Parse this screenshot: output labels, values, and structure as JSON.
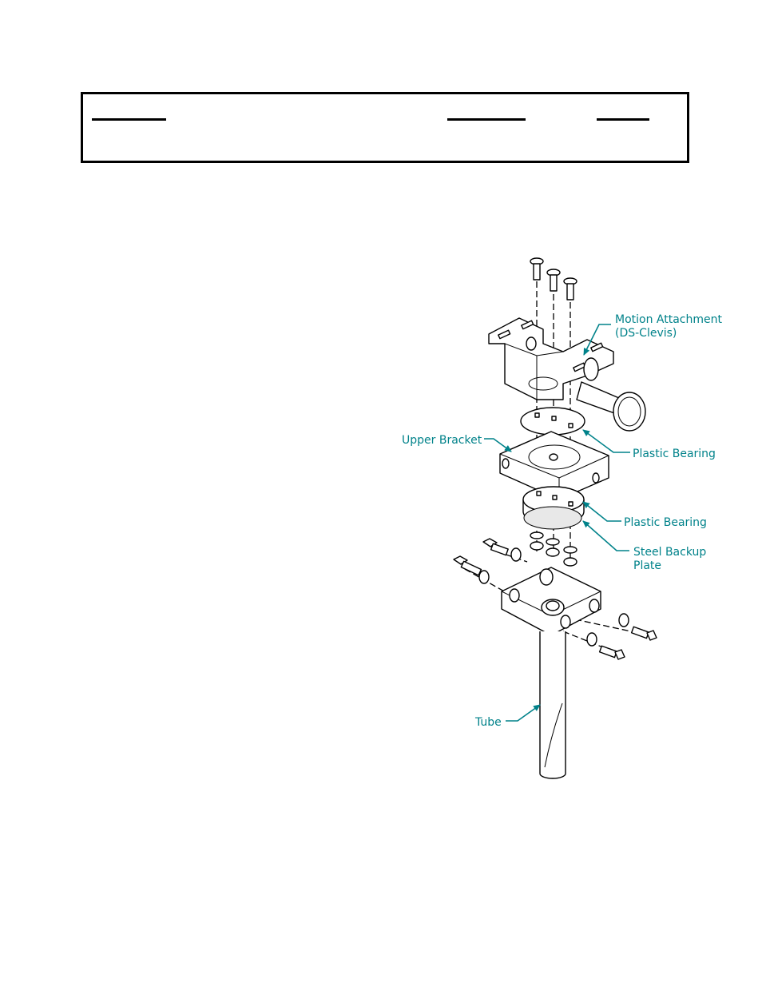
{
  "diagram": {
    "labels": {
      "motion_attachment_line1": "Motion Attachment",
      "motion_attachment_line2": "(DS-Clevis)",
      "plastic_bearing_upper": "Plastic Bearing",
      "upper_bracket": "Upper Bracket",
      "plastic_bearing_lower": "Plastic Bearing",
      "steel_backup_plate_line1": "Steel Backup",
      "steel_backup_plate_line2": "Plate",
      "tube": "Tube"
    },
    "colors": {
      "label": "#00828a",
      "line_art": "#000000"
    }
  }
}
